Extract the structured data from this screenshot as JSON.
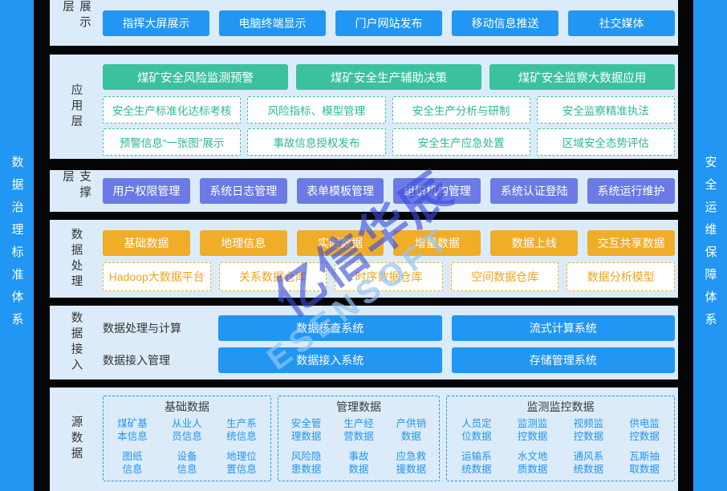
{
  "sidebars": {
    "left": "数据治理标准体系",
    "right": "安全运维保障体系"
  },
  "watermark": {
    "cn": "亿信华辰",
    "en": "ESENSOFT"
  },
  "colors": {
    "accent_blue": "#2196f3",
    "green": "#3bc29d",
    "purple": "#6b7ae4",
    "orange": "#f0ad27",
    "panel_bg": "#dcebf9",
    "background": "#050505"
  },
  "layers": {
    "display": {
      "label": "展示层",
      "buttons": [
        "指挥大屏展示",
        "电脑终端显示",
        "门户网站发布",
        "移动信息推送",
        "社交媒体"
      ]
    },
    "application": {
      "label": "应用层",
      "primary": [
        "煤矿安全风险监测预警",
        "煤矿安全生产辅助决策",
        "煤矿安全监察大数据应用"
      ],
      "row1": [
        "安全生产标准化达标考核",
        "风险指标、模型管理",
        "安全生产分析与研制",
        "安全监察精准执法"
      ],
      "row2": [
        "预警信息“一张图”展示",
        "事故信息授权发布",
        "安全生产应急处置",
        "区域安全态势评估"
      ]
    },
    "support": {
      "label": "支撑层",
      "buttons": [
        "用户权限管理",
        "系统日志管理",
        "表单模板管理",
        "组织机构管理",
        "系统认证登陆",
        "系统运行维护"
      ]
    },
    "processing": {
      "label": "数据处理",
      "buttons": [
        "基础数据",
        "地理信息",
        "实时数据",
        "增量数据",
        "数据上线",
        "交互共享数据"
      ],
      "dashed": [
        "Hadoop大数据平台",
        "关系数据仓库",
        "时序数据仓库",
        "空间数据仓库",
        "数据分析模型"
      ]
    },
    "access": {
      "label": "数据接入",
      "rows": [
        {
          "name": "数据处理与计算",
          "buttons": [
            "数据核查系统",
            "流式计算系统"
          ]
        },
        {
          "name": "数据接入管理",
          "buttons": [
            "数据接入系统",
            "存储管理系统"
          ]
        }
      ]
    },
    "source": {
      "label": "源数据",
      "groups": [
        {
          "title": "基础数据",
          "items": [
            "煤矿基\n本信息",
            "从业人\n员信息",
            "生产系\n统信息",
            "图纸\n信息",
            "设备\n信息",
            "地理位\n置信息"
          ]
        },
        {
          "title": "管理数据",
          "items": [
            "安全管\n理数据",
            "生产经\n营数据",
            "产供销\n数据",
            "风险隐\n患数据",
            "事故\n数据",
            "应急救\n援数据"
          ]
        },
        {
          "title": "监测监控数据",
          "items": [
            "人员定\n位数据",
            "监测监\n控数据",
            "视频监\n控数据",
            "供电监\n控数据",
            "运输系\n统数据",
            "水文地\n质数据",
            "通风系\n统数据",
            "瓦斯抽\n取数据"
          ]
        }
      ]
    }
  }
}
